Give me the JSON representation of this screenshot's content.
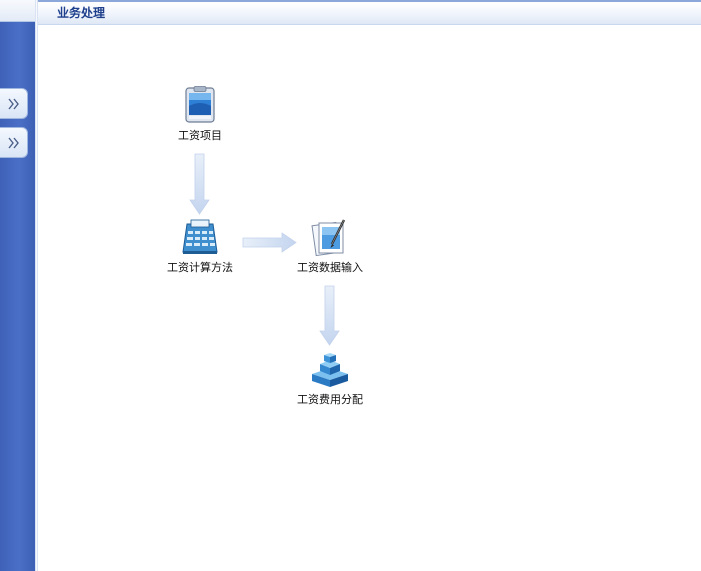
{
  "header": {
    "title": "业务处理"
  },
  "rail": {
    "buttons": [
      {
        "icon": "double-chevron-right-icon"
      },
      {
        "icon": "double-chevron-right-icon"
      }
    ]
  },
  "flow": {
    "nodes": [
      {
        "id": "salary-items",
        "label": "工资项目",
        "icon": "clipboard-icon"
      },
      {
        "id": "salary-calc-method",
        "label": "工资计算方法",
        "icon": "calculator-icon"
      },
      {
        "id": "salary-data-input",
        "label": "工资数据输入",
        "icon": "document-edit-icon"
      },
      {
        "id": "salary-cost-allocation",
        "label": "工资费用分配",
        "icon": "stacked-boxes-icon"
      }
    ]
  },
  "colors": {
    "rail_blue": "#4a6fc6",
    "title_blue": "#1d3f8c",
    "arrow_fill": "#d3e0f4"
  }
}
